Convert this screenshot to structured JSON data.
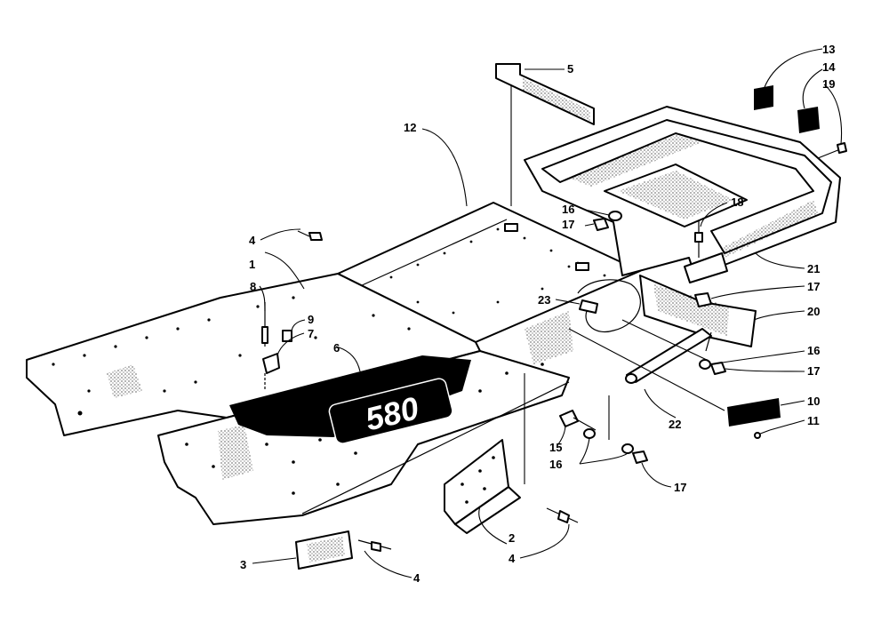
{
  "diagram": {
    "logo_text": "580",
    "callouts": [
      {
        "id": "c1",
        "label": "1"
      },
      {
        "id": "c2",
        "label": "2"
      },
      {
        "id": "c3",
        "label": "3"
      },
      {
        "id": "c4a",
        "label": "4"
      },
      {
        "id": "c4b",
        "label": "4"
      },
      {
        "id": "c4c",
        "label": "4"
      },
      {
        "id": "c5",
        "label": "5"
      },
      {
        "id": "c6",
        "label": "6"
      },
      {
        "id": "c7",
        "label": "7"
      },
      {
        "id": "c8",
        "label": "8"
      },
      {
        "id": "c9",
        "label": "9"
      },
      {
        "id": "c10",
        "label": "10"
      },
      {
        "id": "c11",
        "label": "11"
      },
      {
        "id": "c12",
        "label": "12"
      },
      {
        "id": "c13",
        "label": "13"
      },
      {
        "id": "c14",
        "label": "14"
      },
      {
        "id": "c15",
        "label": "15"
      },
      {
        "id": "c16a",
        "label": "16"
      },
      {
        "id": "c16b",
        "label": "16"
      },
      {
        "id": "c16c",
        "label": "16"
      },
      {
        "id": "c17a",
        "label": "17"
      },
      {
        "id": "c17b",
        "label": "17"
      },
      {
        "id": "c17c",
        "label": "17"
      },
      {
        "id": "c17d",
        "label": "17"
      },
      {
        "id": "c18",
        "label": "18"
      },
      {
        "id": "c19",
        "label": "19"
      },
      {
        "id": "c20",
        "label": "20"
      },
      {
        "id": "c21",
        "label": "21"
      },
      {
        "id": "c22",
        "label": "22"
      },
      {
        "id": "c23",
        "label": "23"
      }
    ]
  }
}
